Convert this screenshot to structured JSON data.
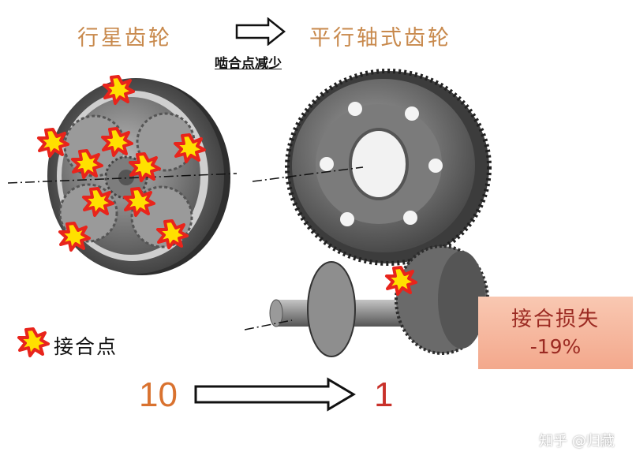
{
  "labels": {
    "planetary": "行星齿轮",
    "parallel": "平行轴式齿轮",
    "mesh_points_reduced": "啮合点减少",
    "legend_mesh_point": "接合点",
    "count_before": "10",
    "count_after": "1",
    "loss_title": "接合损失",
    "loss_value": "-19%",
    "watermark": "知乎 @归藏"
  },
  "colors": {
    "title": "#c8894c",
    "count_before": "#d9722f",
    "count_after": "#c9312a",
    "loss_box": "#f6b59c",
    "star_fill": "#ffe000",
    "star_outline": "#e8241c"
  },
  "icons": [
    "arrow-right-icon",
    "mesh-point-icon",
    "planetary-gear-icon",
    "parallel-gear-icon"
  ]
}
